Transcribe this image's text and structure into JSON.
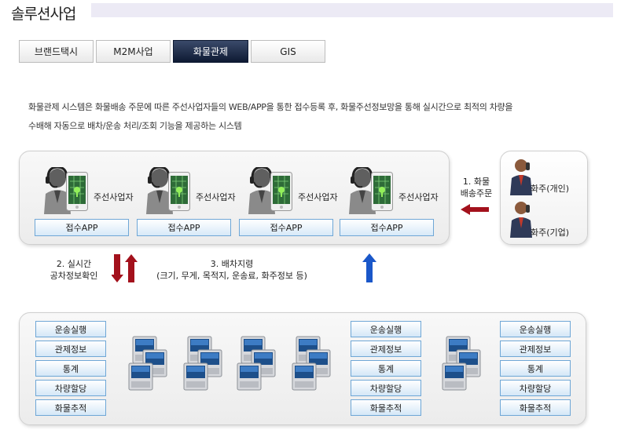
{
  "page": {
    "title": "솔루션사업"
  },
  "tabs": [
    {
      "label": "브랜드택시",
      "active": false
    },
    {
      "label": "M2M사업",
      "active": false
    },
    {
      "label": "화물관제",
      "active": true
    },
    {
      "label": "GIS",
      "active": false
    }
  ],
  "description": {
    "line1": "화물관제 시스템은 화물배송 주문에 따른 주선사업자들의 WEB/APP을 통한 접수등록 후, 화물주선정보망을 통해 실시간으로 최적의 차량을",
    "line2": "수배해 자동으로 배차/운송 처리/조회 기능을 제공하는 시스템"
  },
  "top_units": [
    {
      "label": "주선사업자",
      "app": "접수APP"
    },
    {
      "label": "주선사업자",
      "app": "접수APP"
    },
    {
      "label": "주선사업자",
      "app": "접수APP"
    },
    {
      "label": "주선사업자",
      "app": "접수APP"
    }
  ],
  "order_label": {
    "line1": "1. 화물",
    "line2": "배송주문"
  },
  "shippers": [
    {
      "label": "화주(개인)"
    },
    {
      "label": "화주(기업)"
    }
  ],
  "flow": {
    "step2": {
      "line1": "2. 실시간",
      "line2": "공차정보확인"
    },
    "step3": {
      "line1": "3. 배차지령",
      "line2": "(크기, 무게, 목적지, 운송료, 화주정보 등)"
    }
  },
  "functions": [
    "운송실행",
    "관제정보",
    "통계",
    "차량할당",
    "화물추적"
  ],
  "colors": {
    "arrow_red": "#a3111c",
    "arrow_blue": "#1a57c9",
    "tab_active": "#15213b",
    "app_border": "#6fa7d6"
  }
}
